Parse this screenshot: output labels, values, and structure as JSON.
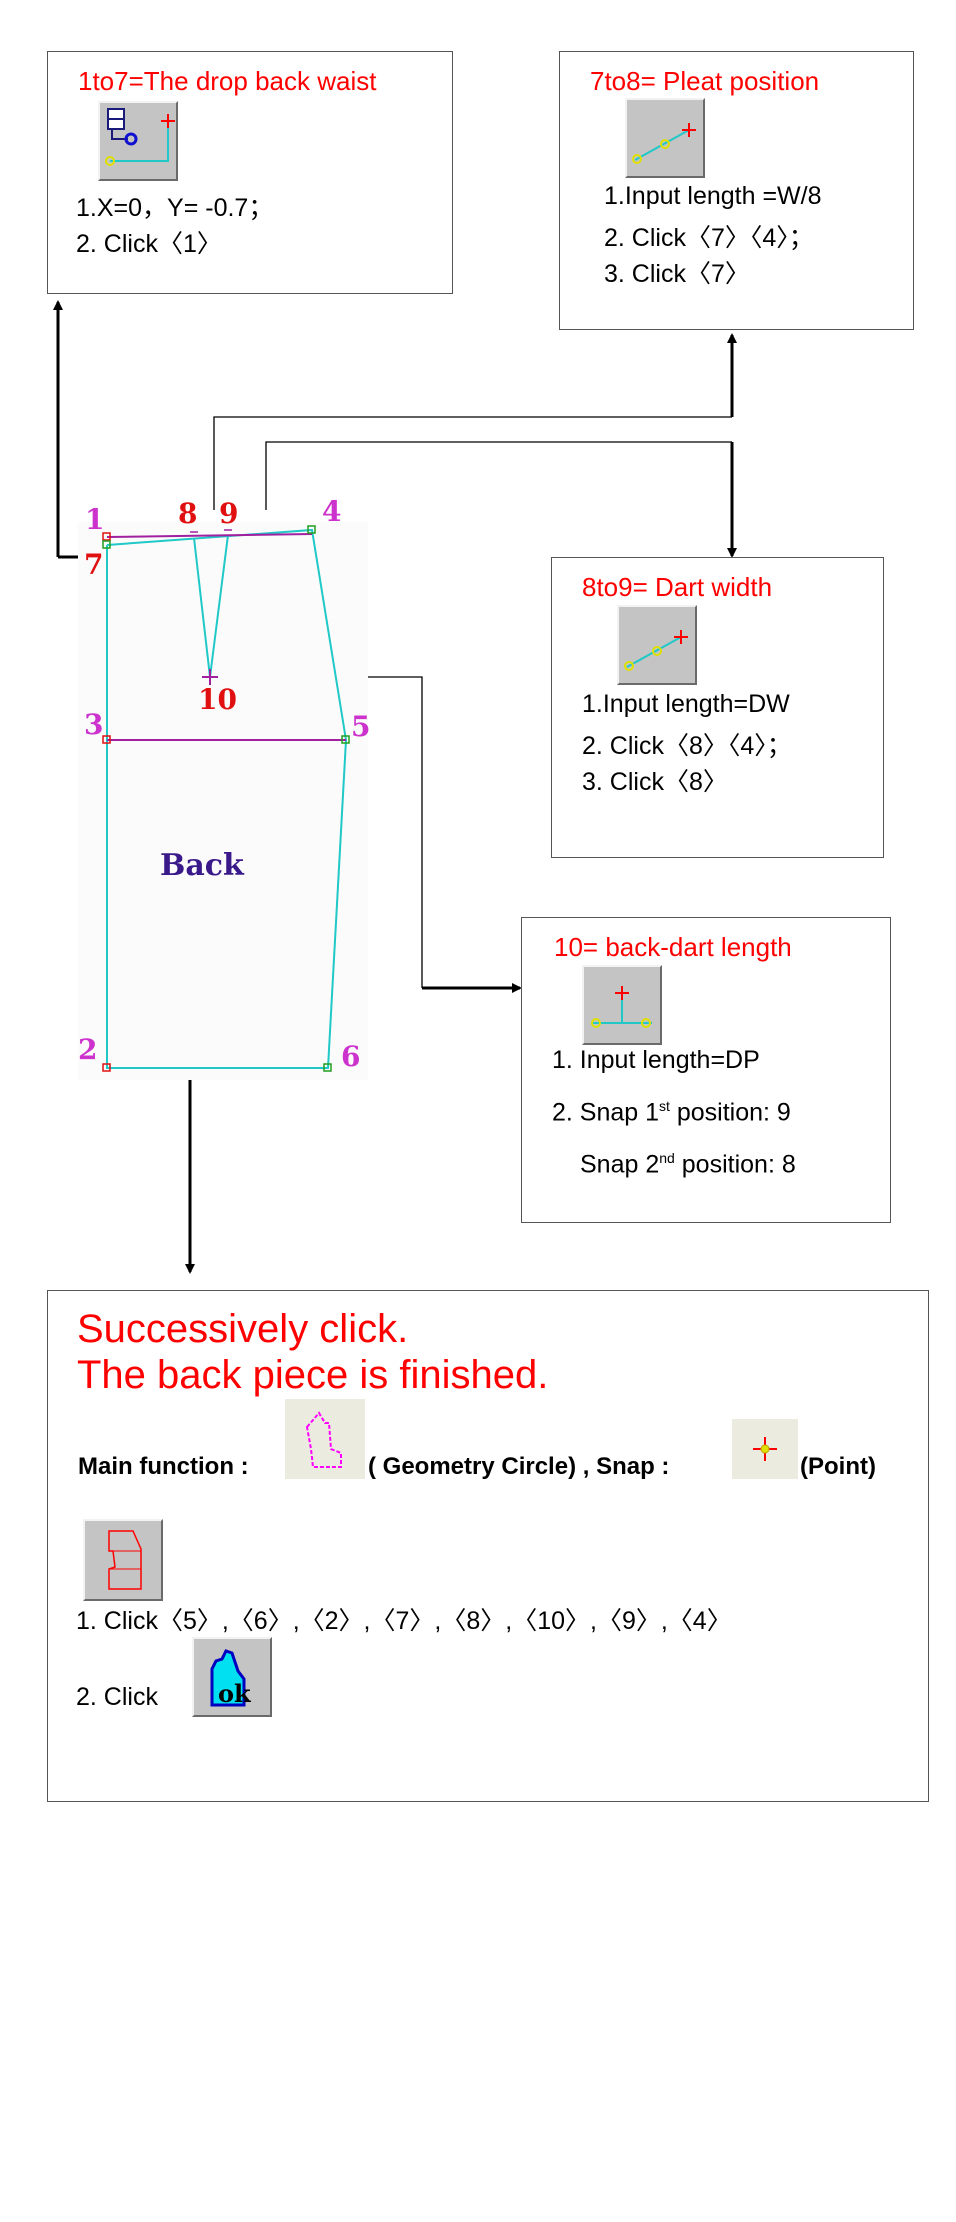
{
  "box1": {
    "title": "1to7=The drop back waist",
    "steps": [
      "1.X=0，Y= -0.7；",
      "2. Click〈1〉"
    ]
  },
  "box2": {
    "title": "7to8= Pleat position",
    "steps": [
      "1.Input length =W/8",
      "2. Click〈7〉〈4〉；",
      "3. Click〈7〉"
    ]
  },
  "box3": {
    "title": "8to9= Dart width",
    "steps": [
      "1.Input length=DW",
      "2. Click〈8〉〈4〉；",
      "3. Click〈8〉"
    ]
  },
  "box4": {
    "title": "10= back-dart length",
    "step1": "1. Input length=DP",
    "snap1_pre": "2. Snap 1",
    "snap1_sup": "st",
    "snap1_post": " position: 9",
    "snap2_pre": "Snap 2",
    "snap2_sup": "nd",
    "snap2_post": " position: 8"
  },
  "pattern": {
    "label": "Back",
    "points": {
      "p1": "1",
      "p2": "2",
      "p3": "3",
      "p4": "4",
      "p5": "5",
      "p6": "6",
      "p7": "7",
      "p8": "8",
      "p9": "9",
      "p10": "10"
    }
  },
  "bottom": {
    "line1": "Successively click.",
    "line2": "The back piece is finished.",
    "main_prefix": "Main function :",
    "main_icon_label": "( Geometry Circle) , Snap :",
    "snap_icon_label": "(Point)",
    "step1": "1. Click〈5〉,〈6〉,〈2〉,〈7〉,〈8〉,〈10〉,〈9〉,〈4〉",
    "step2": "2. Click",
    "ok_text": "ok"
  },
  "colors": {
    "title_red": "#ff0000",
    "outline_cyan": "#20c8c8",
    "label_magenta": "#cc33cc",
    "label_red": "#e01010",
    "waist_purple": "#a020a0",
    "back_navy": "#3a1a8a"
  },
  "icons": [
    "toolbar-offset-point-icon",
    "toolbar-line-length-icon",
    "toolbar-point-on-line-icon",
    "geometry-circle-icon",
    "snap-point-icon",
    "piece-outline-icon",
    "ok-button-icon"
  ]
}
